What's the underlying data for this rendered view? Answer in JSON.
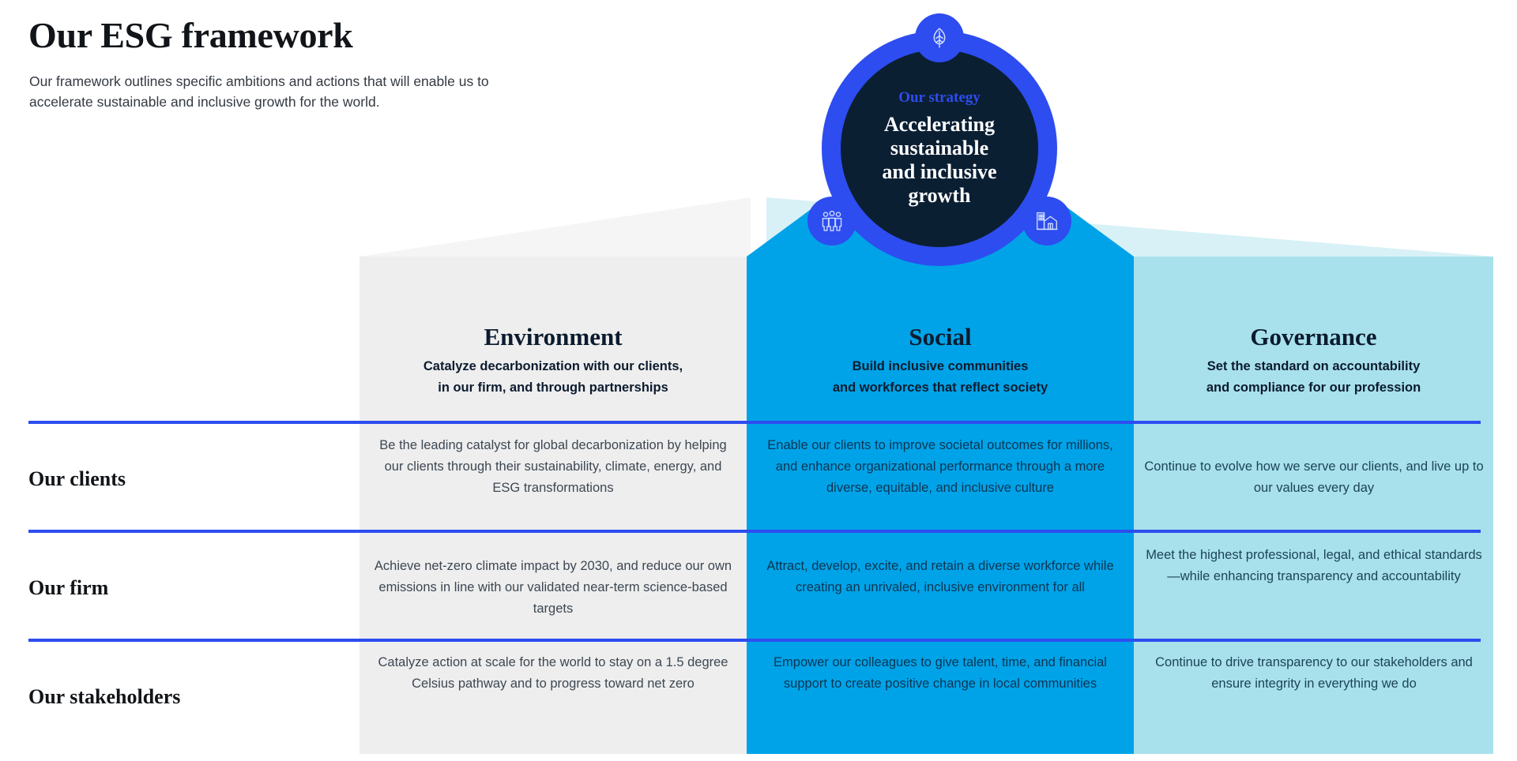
{
  "header": {
    "title": "Our ESG framework",
    "subtitle": "Our framework outlines specific ambitions and actions that will enable us to accelerate sustainable and inclusive growth for the world."
  },
  "hub": {
    "eyebrow": "Our strategy",
    "statement": "Accelerating sustainable and inclusive growth",
    "statement_lines": [
      "Accelerating",
      "sustainable",
      "and inclusive",
      "growth"
    ],
    "icons": [
      {
        "name": "leaf-icon",
        "position": "top",
        "meaning": "Environment"
      },
      {
        "name": "people-icon",
        "position": "bottom-left",
        "meaning": "Social"
      },
      {
        "name": "building-icon",
        "position": "bottom-right",
        "meaning": "Governance"
      }
    ]
  },
  "colors": {
    "accent_blue": "#2d4df0",
    "environment_bg": "#eeeeee",
    "environment_wing": "#f5f5f5",
    "social_bg": "#00a3e8",
    "governance_bg": "#a8e1ec",
    "governance_wing": "#d8f1f6",
    "hub_core": "#0b1f33",
    "heading_text": "#0c1b2e"
  },
  "columns": [
    {
      "key": "environment",
      "title": "Environment",
      "subtitle": "Catalyze decarbonization with our clients, in our firm, and through partnerships",
      "subtitle_lines": [
        "Catalyze decarbonization with our clients,",
        "in our firm, and through partnerships"
      ]
    },
    {
      "key": "social",
      "title": "Social",
      "subtitle": "Build inclusive communities and workforces that reflect society",
      "subtitle_lines": [
        "Build inclusive communities",
        "and workforces that reflect society"
      ]
    },
    {
      "key": "governance",
      "title": "Governance",
      "subtitle": "Set the standard on accountability and compliance for our profession",
      "subtitle_lines": [
        "Set the standard on accountability",
        "and compliance for our profession"
      ]
    }
  ],
  "rows": [
    {
      "label": "Our clients",
      "cells": {
        "environment": "Be the leading catalyst for global decarbonization by helping our clients through their sustainability, climate, energy, and ESG transformations",
        "social": "Enable our clients to improve societal outcomes for millions, and enhance organizational performance through a more diverse, equitable, and inclusive culture",
        "governance": "Continue to evolve how we serve our clients, and live up to our values every day"
      }
    },
    {
      "label": "Our firm",
      "cells": {
        "environment": "Achieve net-zero climate impact by 2030, and reduce our own emissions in line with our validated near-term science-based targets",
        "social": "Attract, develop, excite, and retain a diverse workforce while creating an unrivaled, inclusive environment for all",
        "governance": "Meet the highest professional, legal, and ethical standards—while enhancing transparency and accountability"
      }
    },
    {
      "label": "Our stakeholders",
      "cells": {
        "environment": "Catalyze action at scale for the world to stay on a 1.5 degree Celsius pathway and to progress toward net zero",
        "social": "Empower our colleagues to give talent, time, and financial support to create positive change in local communities",
        "governance": "Continue to drive transparency to our stakeholders and ensure integrity in everything we do"
      }
    }
  ]
}
